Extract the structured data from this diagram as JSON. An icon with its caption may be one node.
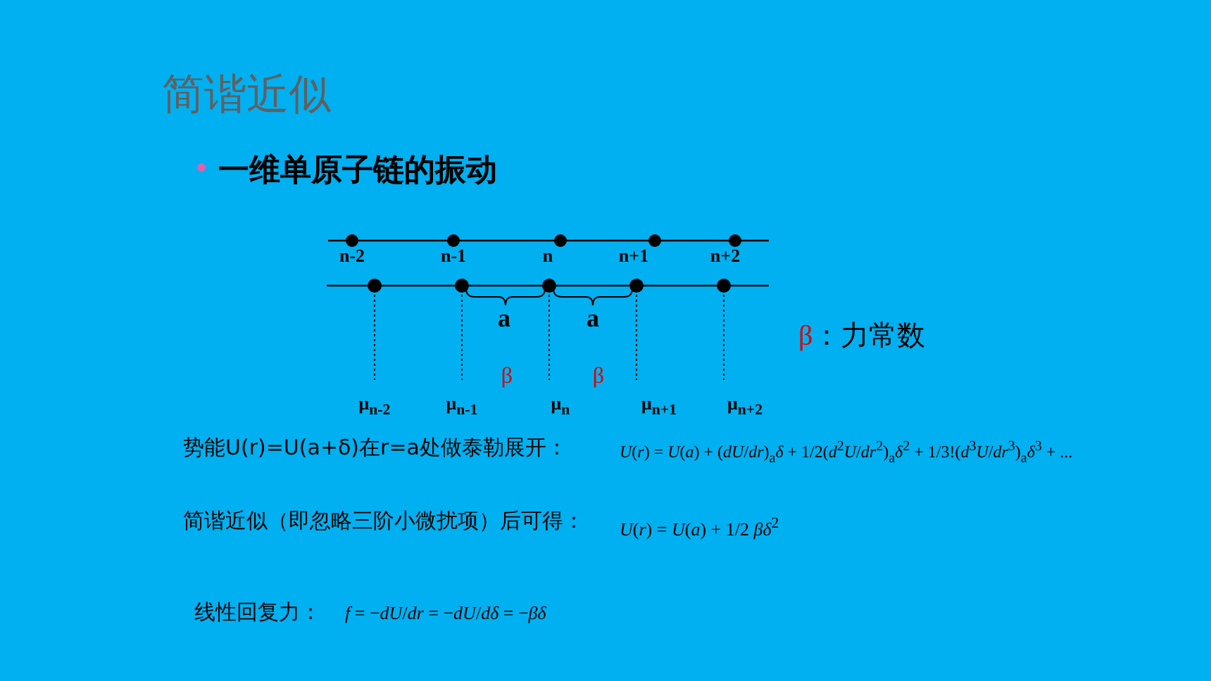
{
  "diagram": {
    "title": "简谐近似",
    "labels": [
      "一维单原子链的振动",
      "n-2",
      "n-1",
      "n",
      "n+1",
      "n+2",
      "a",
      "a",
      "β：力常数",
      "β",
      "β",
      "μ$_{n-2}$",
      "μ$_{n-1}$",
      "μ$_{n}$",
      "μ$_{n+1}$",
      "μ$_{n+2}$",
      "势能U(r)=U(a+δ)在r=a处做泰勒展开：",
      "*U*(*r*) = *U*(*a*) + (*dU*/*dr*)$_{a}$*δ* + 1/2(*d*$^{2}$*U*/*dr*$^{2}$)$_{a}$*δ*$^{2}$ + 1/3!(*d*$^{3}$*U*/*dr*$^{3}$)$_{a}$*δ*$^{3}$ + ...",
      "简谐近似（即忽略三阶小微扰项）后可得：",
      "*U*(*r*) = *U*(*a*) + 1/2 *βδ*$^{2}$",
      "线性回复力：",
      "*f* = −*dU*/*dr* = −*dU*/*dδ* = −*βδ*"
    ]
  }
}
